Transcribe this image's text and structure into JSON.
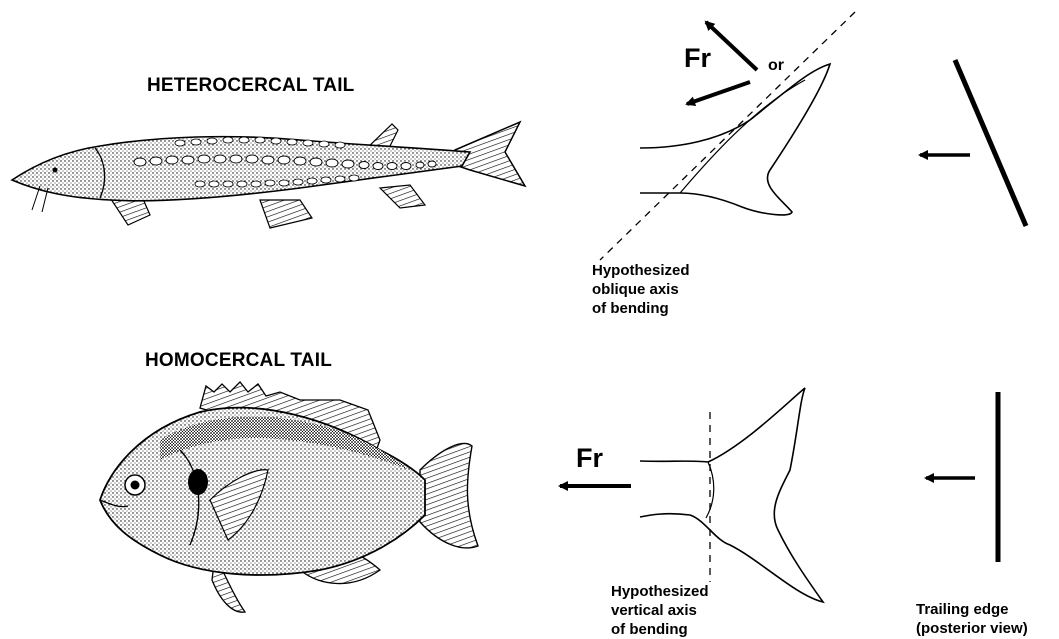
{
  "heterocercal": {
    "title": "HETEROCERCAL TAIL",
    "force_label": "Fr",
    "or_label": "or",
    "axis_caption": [
      "Hypothesized",
      "oblique axis",
      "of bending"
    ]
  },
  "homocercal": {
    "title": "HOMOCERCAL TAIL",
    "force_label": "Fr",
    "axis_caption": [
      "Hypothesized",
      "vertical axis",
      "of bending"
    ]
  },
  "trailing_edge": {
    "caption": [
      "Trailing edge",
      "(posterior view)"
    ]
  }
}
